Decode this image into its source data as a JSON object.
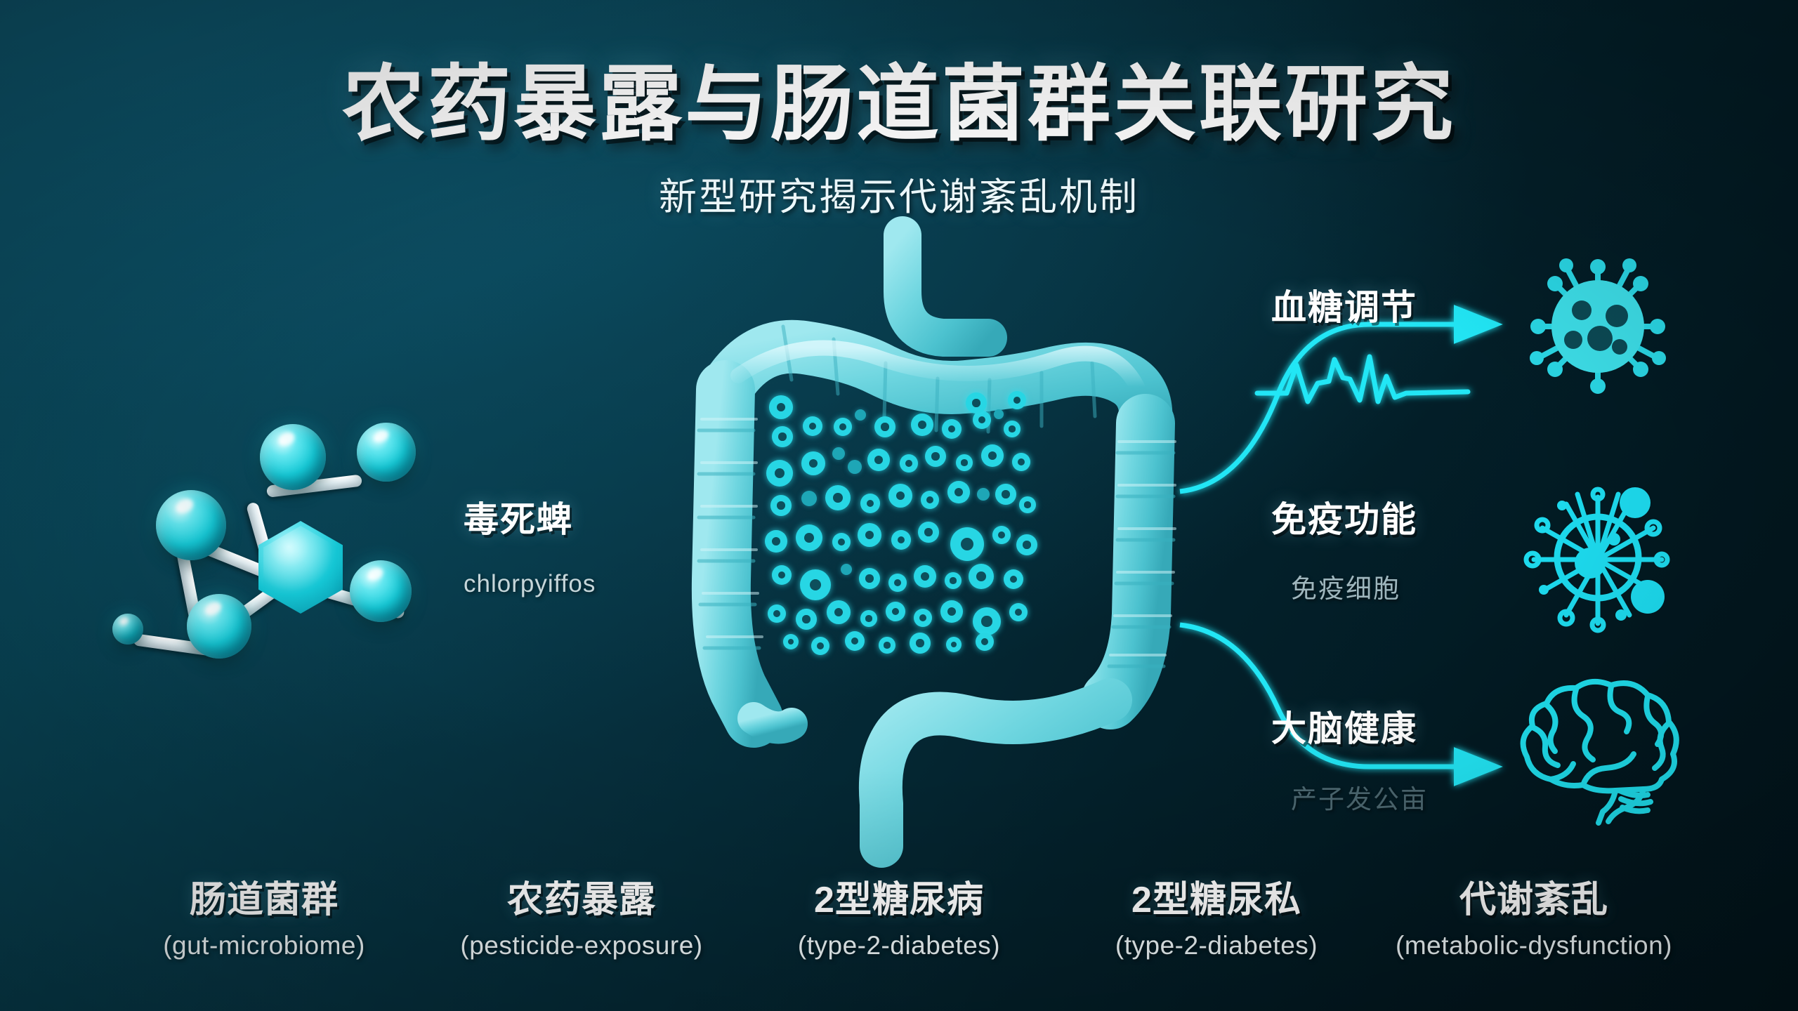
{
  "header": {
    "title": "农药暴露与肠道菌群关联研究",
    "subtitle": "新型研究揭示代谢紊乱机制"
  },
  "colors": {
    "background_top_left": "#0a4b5f",
    "background_bottom_right": "#01141b",
    "accent_cyan": "#22e6f5",
    "organ_teal": "#63d3dd",
    "text_white": "#ffffff",
    "muted_text": "#9fb6bd"
  },
  "center_flow": {
    "pesticide_label": "毒死蜱",
    "pesticide_sub": "chlorpyiffos",
    "molecule_icon": "molecule-icon",
    "organ_icon": "intestine-icon"
  },
  "outcomes": [
    {
      "label": "血糖调节",
      "sublabel": "",
      "icon": "virus-icon",
      "has_waveform": true
    },
    {
      "label": "免疫功能",
      "sublabel": "免疫细胞",
      "icon": "immune-cell-icon",
      "has_waveform": false
    },
    {
      "label": "大脑健康",
      "sublabel": "产子发公亩",
      "icon": "brain-icon",
      "has_waveform": false
    }
  ],
  "legend": [
    {
      "zh": "肠道菌群",
      "en": "(gut-microbiome)"
    },
    {
      "zh": "农药暴露",
      "en": "(pesticide-exposure)"
    },
    {
      "zh": "2型糖尿病",
      "en": "(type-2-diabetes)"
    },
    {
      "zh": "2型糖尿私",
      "en": "(type-2-diabetes)"
    },
    {
      "zh": "代谢紊乱",
      "en": "(metabolic-dysfunction)"
    }
  ]
}
